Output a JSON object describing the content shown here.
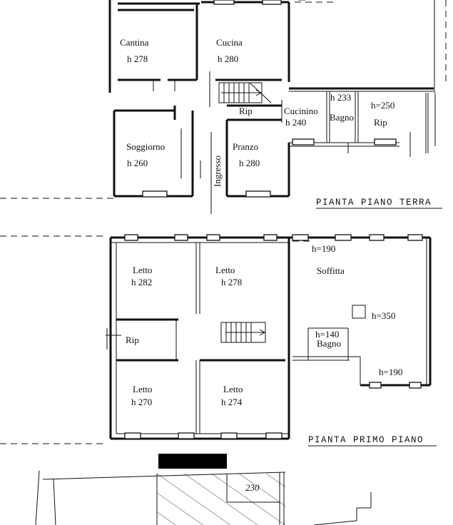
{
  "ground_floor": {
    "title": "PIANTA PIANO TERRA",
    "rooms": {
      "cantina": {
        "name": "Cantina",
        "height": "h 278"
      },
      "cucina": {
        "name": "Cucina",
        "height": "h 280"
      },
      "rip_small": {
        "name": "Rip"
      },
      "cucinino": {
        "name": "Cucinino",
        "height": "h 240"
      },
      "bagno": {
        "name": "Bagno",
        "height": "h 233"
      },
      "rip": {
        "name": "Rip",
        "height": "h=250"
      },
      "soggiorno": {
        "name": "Soggiorno",
        "height": "h 260"
      },
      "pranzo": {
        "name": "Pranzo",
        "height": "h 280"
      },
      "ingresso": {
        "name": "Ingresso"
      }
    }
  },
  "first_floor": {
    "title": "PIANTA PRIMO PIANO",
    "rooms": {
      "letto_nw": {
        "name": "Letto",
        "height": "h 282"
      },
      "letto_n": {
        "name": "Letto",
        "height": "h 278"
      },
      "soffitta": {
        "name": "Soffitta",
        "height": "h=350",
        "height_top": "h=190",
        "height_bottom": "h=190"
      },
      "rip": {
        "name": "Rip"
      },
      "bagno": {
        "name": "Bagno",
        "height": "h=140"
      },
      "letto_sw": {
        "name": "Letto",
        "height": "h 270"
      },
      "letto_s": {
        "name": "Letto",
        "height": "h 274"
      }
    }
  },
  "section": {
    "annotation": "230"
  }
}
